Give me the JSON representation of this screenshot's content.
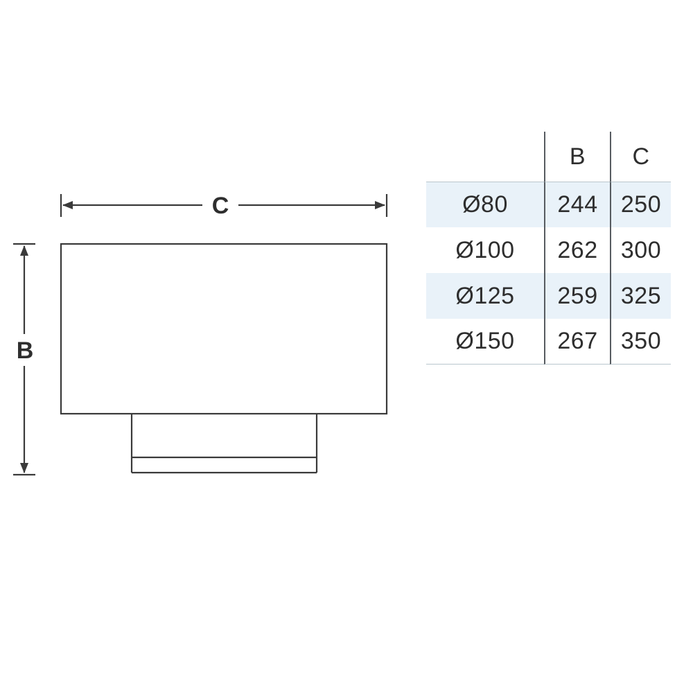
{
  "diagram": {
    "width_label": "C",
    "height_label": "B"
  },
  "table": {
    "columns": [
      "B",
      "C"
    ],
    "rows": [
      {
        "label": "Ø80",
        "b": "244",
        "c": "250"
      },
      {
        "label": "Ø100",
        "b": "262",
        "c": "300"
      },
      {
        "label": "Ø125",
        "b": "259",
        "c": "325"
      },
      {
        "label": "Ø150",
        "b": "267",
        "c": "350"
      }
    ]
  },
  "colors": {
    "line": "#3a3a3a",
    "stripe": "#e9f2f9",
    "vertical_rule": "#565b60",
    "horizontal_rule": "#b9c6cd",
    "text": "#2e2e2e"
  }
}
